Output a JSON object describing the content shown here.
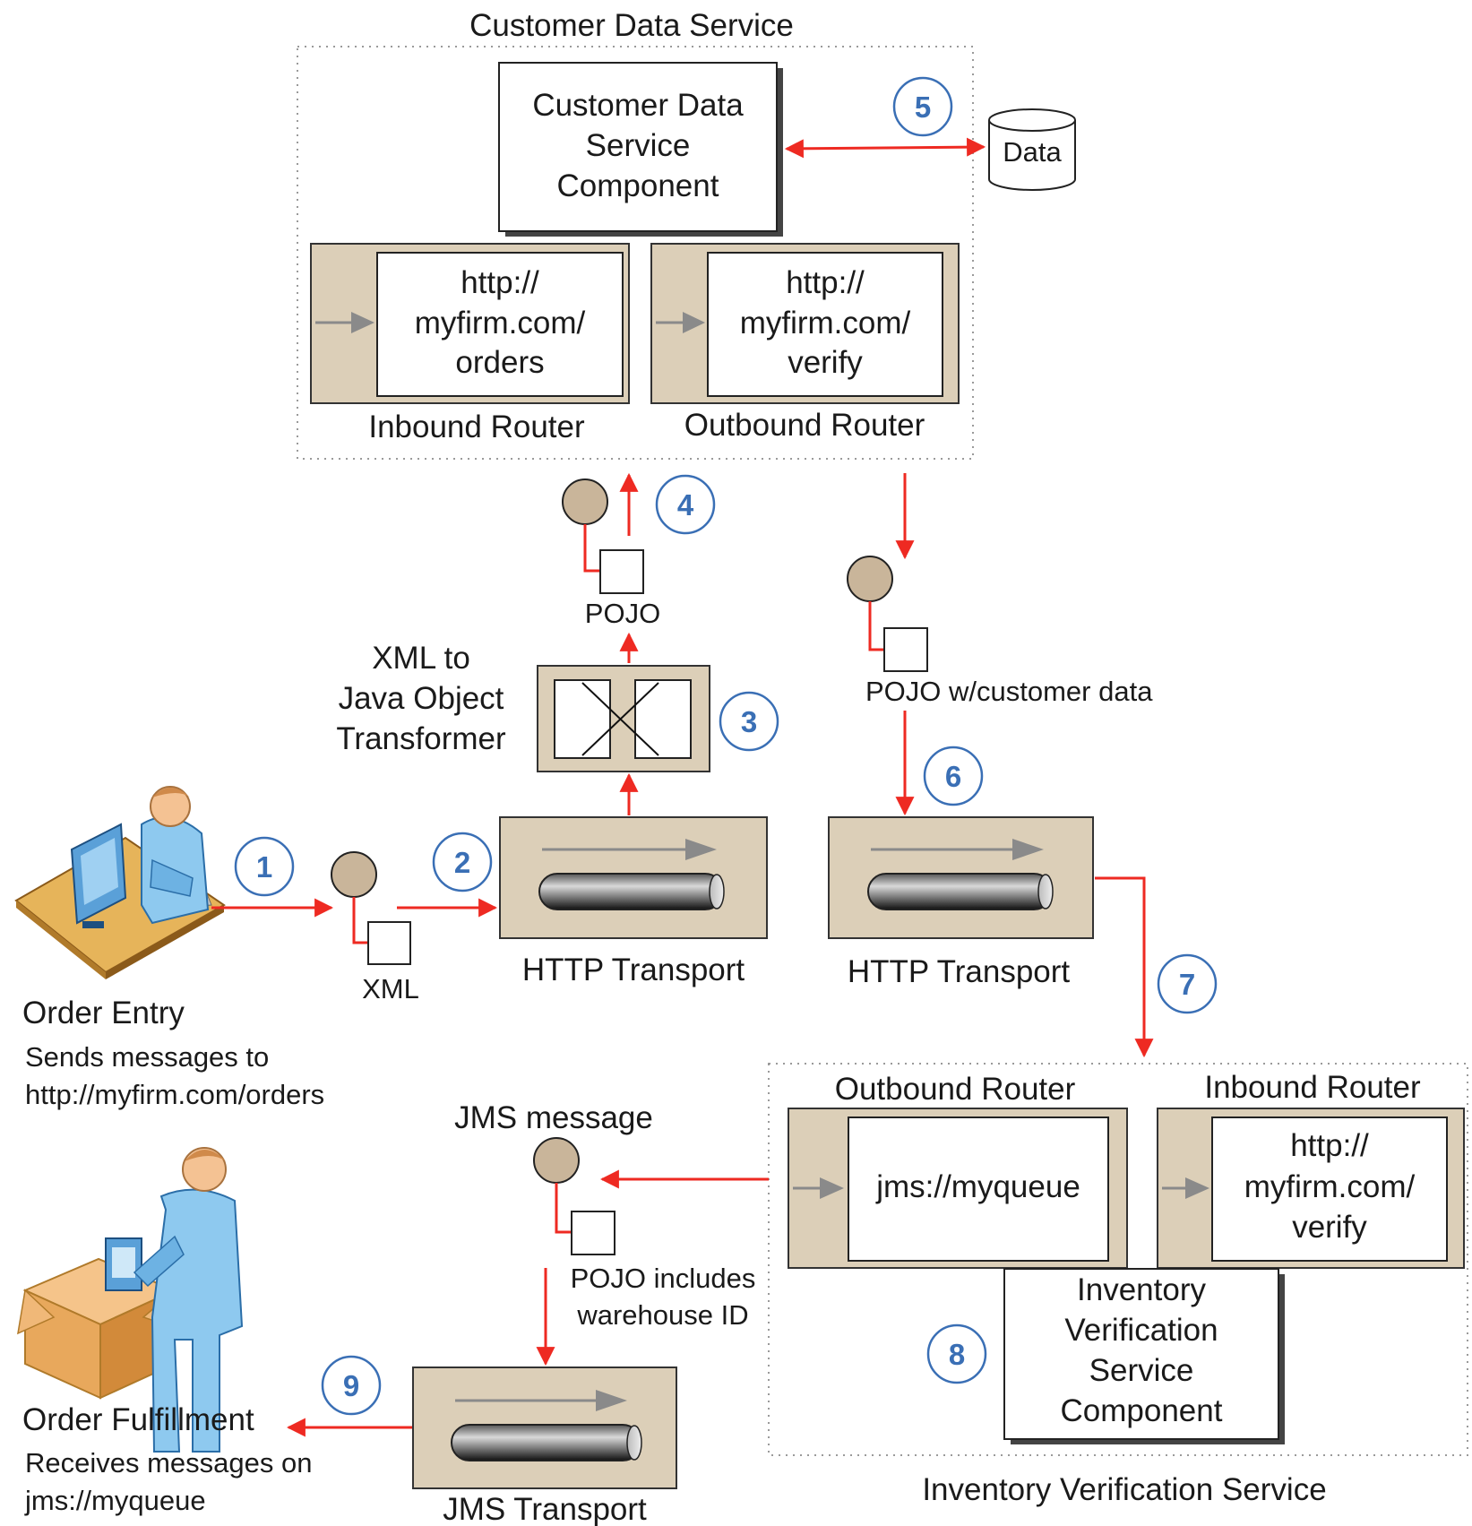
{
  "colors": {
    "flow": "#ee2a22",
    "tan": "#dccfb8",
    "step": "#3a6fb5",
    "gray_arrow": "#8a8a8a"
  },
  "customer_service": {
    "title": "Customer Data Service",
    "component": [
      "Customer Data",
      "Service",
      "Component"
    ],
    "inbound_url": [
      "http://",
      "myfirm.com/",
      "orders"
    ],
    "inbound_label": "Inbound Router",
    "outbound_url": [
      "http://",
      "myfirm.com/",
      "verify"
    ],
    "outbound_label": "Outbound Router",
    "datastore": "Data"
  },
  "messages": {
    "xml": "XML",
    "pojo": "POJO",
    "pojo_customer": "POJO w/customer data",
    "jms_message": "JMS message",
    "pojo_warehouse": [
      "POJO includes",
      "warehouse ID"
    ]
  },
  "transformer": {
    "label": [
      "XML to",
      "Java Object",
      "Transformer"
    ]
  },
  "transports": {
    "http1": "HTTP Transport",
    "http2": "HTTP Transport",
    "jms": "JMS Transport"
  },
  "order_entry": {
    "title": "Order Entry",
    "desc": [
      "Sends messages to",
      "http://myfirm.com/orders"
    ],
    "icon": "user-at-computer-icon"
  },
  "order_fulfillment": {
    "title": "Order Fulfillment",
    "desc": [
      "Receives messages on",
      "jms://myqueue"
    ],
    "icon": "user-packing-box-icon"
  },
  "inventory_service": {
    "title": "Inventory Verification Service",
    "outbound_label": "Outbound Router",
    "outbound_url": "jms://myqueue",
    "inbound_label": "Inbound Router",
    "inbound_url": [
      "http://",
      "myfirm.com/",
      "verify"
    ],
    "component": [
      "Inventory",
      "Verification",
      "Service",
      "Component"
    ]
  },
  "steps": [
    "1",
    "2",
    "3",
    "4",
    "5",
    "6",
    "7",
    "8",
    "9"
  ]
}
